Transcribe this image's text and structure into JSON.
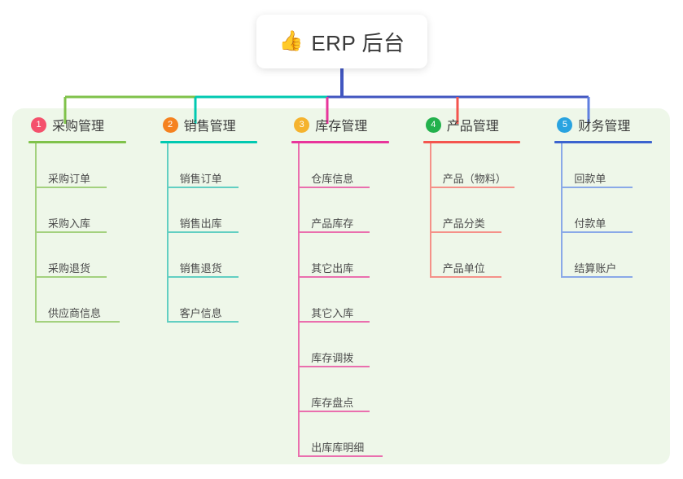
{
  "title": {
    "icon": "thumbs-up-icon",
    "icon_glyph": "👍",
    "text": "ERP 后台"
  },
  "theme": {
    "panel_bg": "#eef7e9",
    "page_bg": "#ffffff",
    "trunk_color": "#4156c0",
    "text_color": "#4b4b4b"
  },
  "connectors": {
    "trunk": "#4156c0",
    "branch_segments": [
      "#7fc24a",
      "#00c9b1",
      "#4156c0",
      "#4156c0"
    ],
    "drops": [
      "#7fc24a",
      "#00c9b1",
      "#e8359b",
      "#f4554e",
      "#5f7fe0"
    ]
  },
  "columns": [
    {
      "index": "1",
      "badge_color": "#f4516c",
      "bar_color": "#7fc24a",
      "line_color": "#a3d17e",
      "title": "采购管理",
      "items": [
        "采购订单",
        "采购入库",
        "采购退货",
        "供应商信息"
      ]
    },
    {
      "index": "2",
      "badge_color": "#f58220",
      "bar_color": "#00c9b1",
      "line_color": "#62cfc2",
      "title": "销售管理",
      "items": [
        "销售订单",
        "销售出库",
        "销售退货",
        "客户信息"
      ]
    },
    {
      "index": "3",
      "badge_color": "#f5b32e",
      "bar_color": "#e8359b",
      "line_color": "#ea6fae",
      "title": "库存管理",
      "items": [
        "仓库信息",
        "产品库存",
        "其它出库",
        "其它入库",
        "库存调拨",
        "库存盘点",
        "出库库明细"
      ]
    },
    {
      "index": "4",
      "badge_color": "#22b14c",
      "bar_color": "#f4554e",
      "line_color": "#f59189",
      "title": "产品管理",
      "items": [
        "产品（物料）",
        "产品分类",
        "产品单位"
      ]
    },
    {
      "index": "5",
      "badge_color": "#29a3e0",
      "bar_color": "#3b63cf",
      "line_color": "#8aa9e8",
      "title": "财务管理",
      "items": [
        "回款单",
        "付款单",
        "结算账户"
      ]
    }
  ]
}
